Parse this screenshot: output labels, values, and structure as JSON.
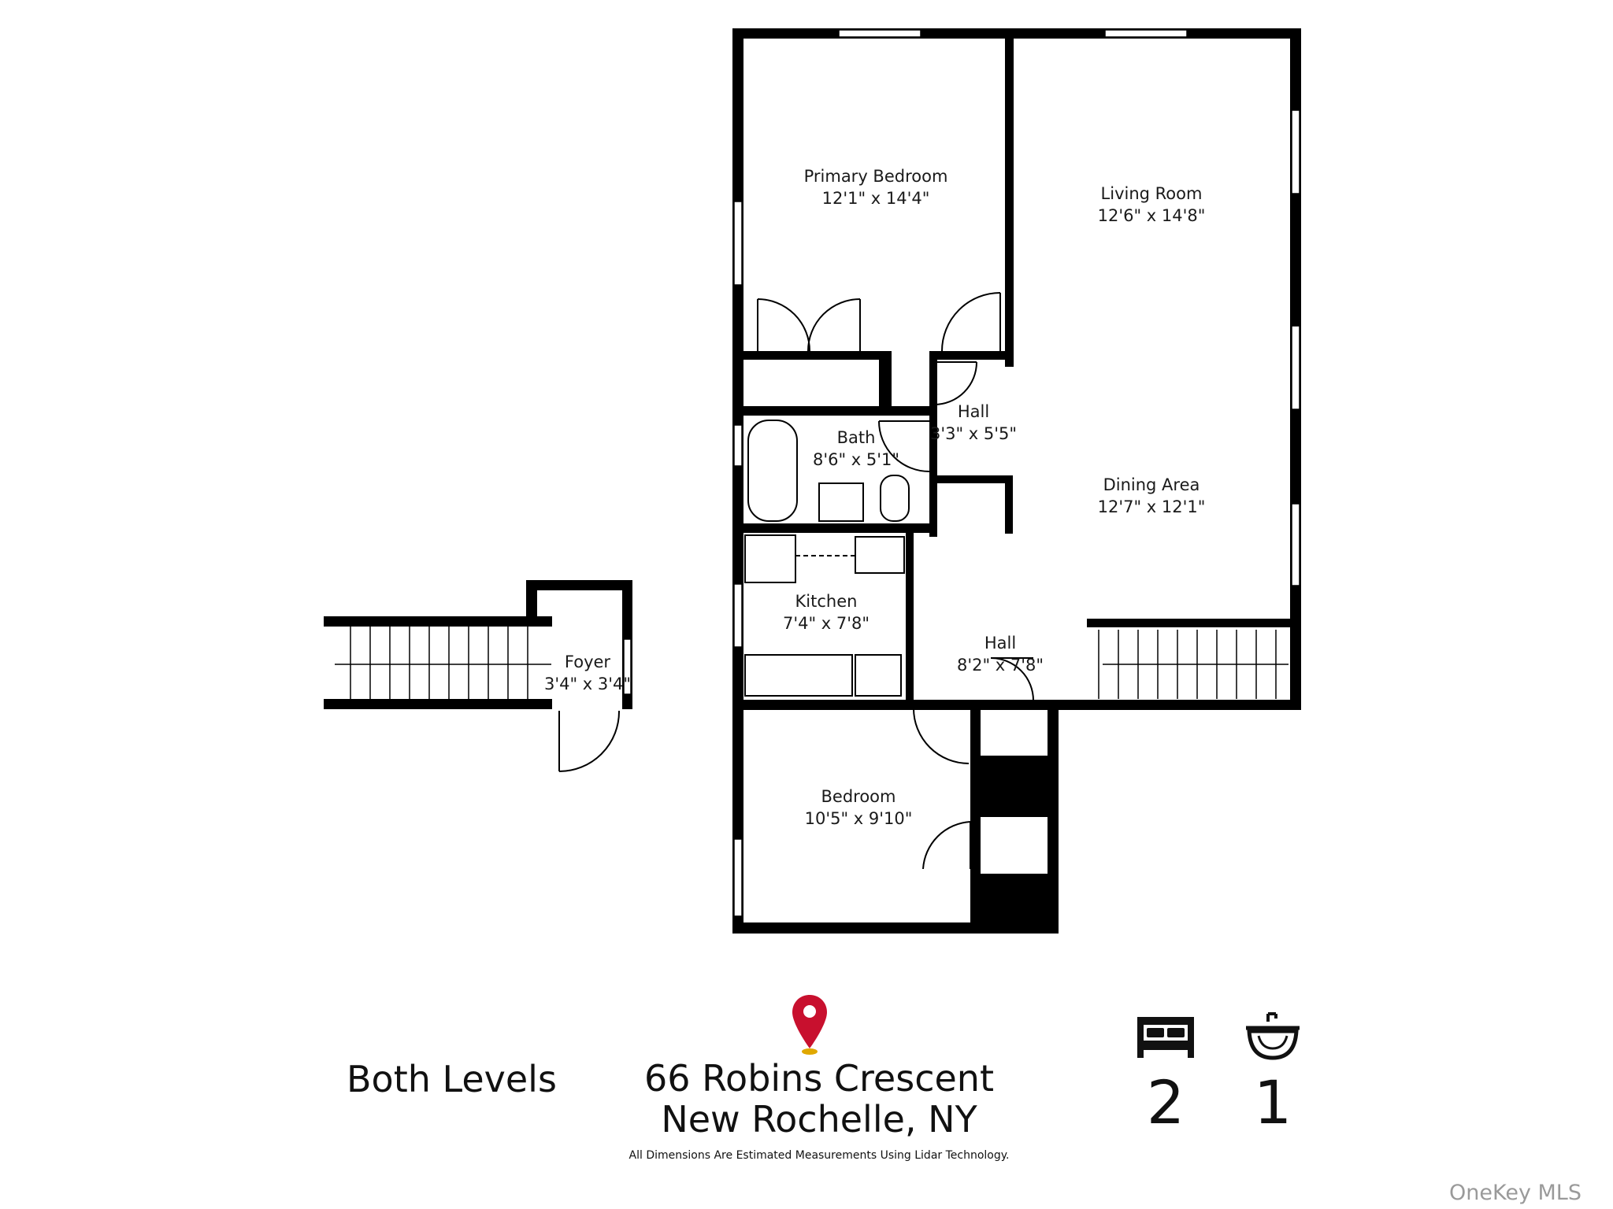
{
  "floor_plan": {
    "rooms": [
      {
        "name": "Primary Bedroom",
        "dims": "12'1\" x 14'4\""
      },
      {
        "name": "Living Room",
        "dims": "12'6\" x 14'8\""
      },
      {
        "name": "Hall",
        "dims": "3'3\" x 5'5\""
      },
      {
        "name": "Bath",
        "dims": "8'6\" x 5'1\""
      },
      {
        "name": "Dining Area",
        "dims": "12'7\" x 12'1\""
      },
      {
        "name": "Kitchen",
        "dims": "7'4\" x 7'8\""
      },
      {
        "name": "Hall",
        "dims": "8'2\" x 7'8\""
      },
      {
        "name": "Foyer",
        "dims": "3'4\" x 3'4\""
      },
      {
        "name": "Bedroom",
        "dims": "10'5\" x 9'10\""
      }
    ]
  },
  "footer": {
    "level_label": "Both Levels",
    "address_line1": "66 Robins Crescent",
    "address_line2": "New Rochelle, NY",
    "disclaimer": "All Dimensions Are Estimated Measurements Using Lidar Technology.",
    "bedrooms": "2",
    "bathrooms": "1",
    "bed_icon": "bed-icon",
    "bath_icon": "sink-icon",
    "pin_icon": "location-pin-icon",
    "pin_color": "#c8102e"
  },
  "watermark": "OneKey MLS"
}
